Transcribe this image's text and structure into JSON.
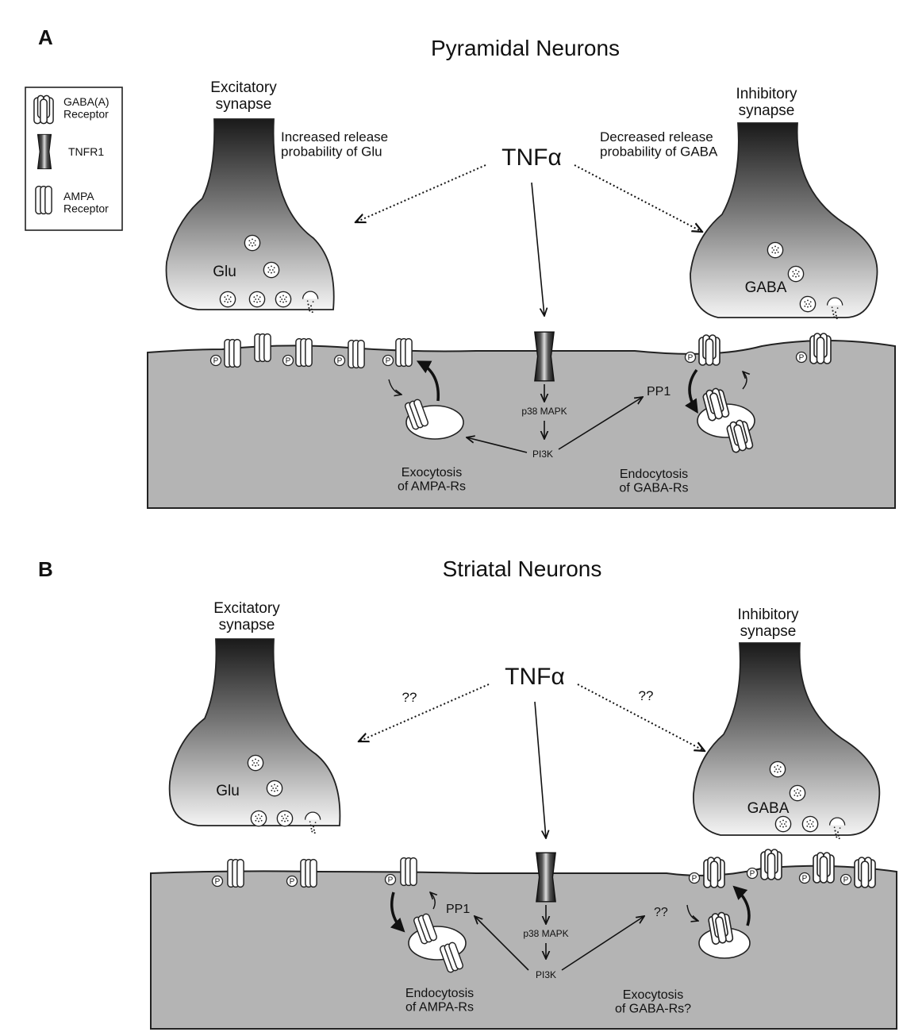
{
  "legend": {
    "gaba_a_receptor": "GABA(A)\nReceptor",
    "tnfr1": "TNFR1",
    "ampa_receptor": "AMPA\nReceptor"
  },
  "panel_a": {
    "letter": "A",
    "title": "Pyramidal Neurons",
    "excitatory": "Excitatory\nsynapse",
    "inhibitory": "Inhibitory\nsynapse",
    "glu_note": "Increased release\nprobability of Glu",
    "gaba_note": "Decreased release\nprobability of GABA",
    "tnf": "TNFα",
    "glu": "Glu",
    "gaba": "GABA",
    "p38": "p38 MAPK",
    "pi3k": "PI3K",
    "pp1": "PP1",
    "exo": "Exocytosis\nof AMPA-Rs",
    "endo": "Endocytosis\nof GABA-Rs",
    "p": "P"
  },
  "panel_b": {
    "letter": "B",
    "title": "Striatal Neurons",
    "excitatory": "Excitatory\nsynapse",
    "inhibitory": "Inhibitory\nsynapse",
    "q_left": "??",
    "q_right": "??",
    "q_mid": "??",
    "tnf": "TNFα",
    "glu": "Glu",
    "gaba": "GABA",
    "p38": "p38 MAPK",
    "pi3k": "PI3K",
    "pp1": "PP1",
    "endo": "Endocytosis\nof AMPA-Rs",
    "exo": "Exocytosis\nof GABA-Rs?",
    "p": "P"
  },
  "colors": {
    "membrane": "#b4b4b4",
    "terminal_dark": "#1a1a1a",
    "terminal_light": "#f2f2f2"
  }
}
